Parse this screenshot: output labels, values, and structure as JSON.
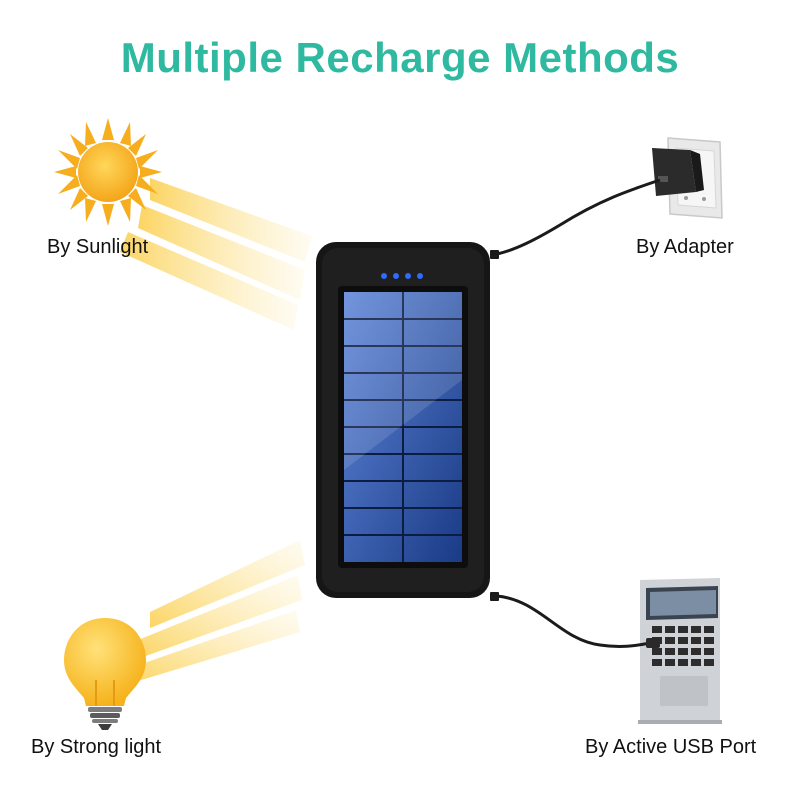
{
  "title": "Multiple Recharge Methods",
  "methods": [
    {
      "label": "By Sunlight",
      "icon": "sun-icon"
    },
    {
      "label": "By Adapter",
      "icon": "wall-adapter-icon"
    },
    {
      "label": "By Strong light",
      "icon": "light-bulb-icon"
    },
    {
      "label": "By Active USB Port",
      "icon": "laptop-icon"
    }
  ],
  "colors": {
    "title": "#2fb9a0",
    "sun": "#f7b21d",
    "beam": "#fbd760",
    "device": "#141414",
    "solar_panel": "#1f4b9c",
    "led": "#2c6cff"
  },
  "device": {
    "name": "solar-power-bank",
    "indicator_leds": 4
  }
}
